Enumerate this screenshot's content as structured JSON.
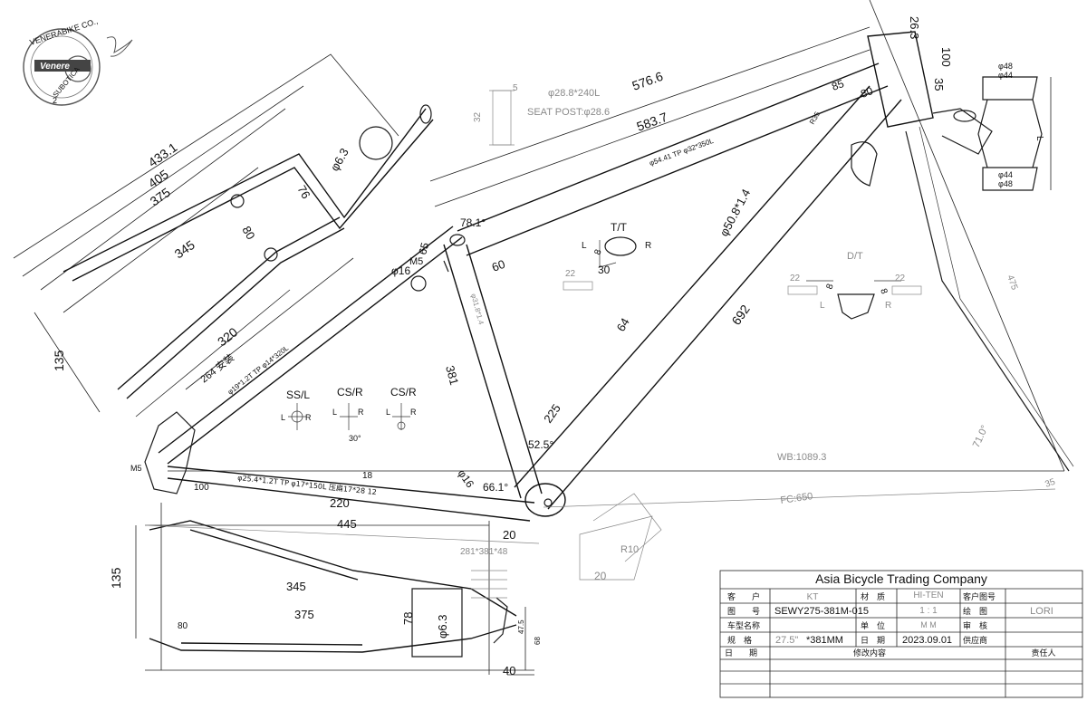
{
  "stamp": {
    "line1": "VENERABIKE CO.,",
    "line2": "Venere",
    "line3": "SUBOTICA",
    "mark": "2",
    "alt": "Venerabike Co. Subotica stamp"
  },
  "dimensions": {
    "d433": "433.1",
    "d405": "405",
    "d375a": "375",
    "d345a": "345",
    "d135a": "135",
    "d320": "320",
    "d264": "264 安装",
    "d76": "76",
    "d80": "80",
    "d63a": "φ6.3",
    "d5766": "576.6",
    "d5837": "583.7",
    "d263": "26.3",
    "d100": "100",
    "d35a": "35",
    "d85": "85",
    "d80b": "80",
    "d7810": "78.1°",
    "d65": "65",
    "m5a": "M5",
    "d16a": "φ16",
    "d60": "60",
    "d381": "381",
    "d64": "64",
    "d692": "692",
    "d225": "225",
    "d525": "52.5°",
    "d16b": "φ16",
    "d661": "66.1°",
    "d20a": "20",
    "d220": "220",
    "d445": "445",
    "d18": "18",
    "d100b": "100",
    "m5b": "M5",
    "d475": "475",
    "d710": "71.0°",
    "d35b": "35",
    "wb": "WB:1089.3",
    "fc": "FC:650",
    "d135b": "135",
    "d345b": "345",
    "d375b": "375",
    "d80c": "80",
    "d78": "78",
    "d63b": "φ6.3",
    "d40": "40",
    "d475b": "47.5",
    "d68": "68",
    "d20b": "20",
    "r10": "R10",
    "chainstay_note": "281*381*48",
    "d48a": "φ48",
    "d44a": "φ44",
    "d44b": "φ44",
    "d48b": "φ48",
    "dL": "L",
    "d32": "32",
    "d5": "5",
    "d22a": "22",
    "d22b": "22",
    "d22c": "22",
    "d8a": "8",
    "d8b": "8",
    "d8c": "8",
    "d30": "30",
    "d30b": "30°"
  },
  "tubes": {
    "seat_post_tube": "φ28.8*240L",
    "seat_post": "SEAT POST:φ28.6",
    "top_tube": "φ54.41 TP φ32*350L",
    "down_tube": "φ50.8*1.4",
    "seat_stay": "φ19*1.2T TP φ14*320L",
    "chain_stay": "φ25.4*1.2T TP φ17*150L 压扁17*28 12",
    "seat_tube_label": "φ31.8*1.4",
    "head_tube_label": "R35"
  },
  "sections": {
    "tt": "T/T",
    "tt_l": "L",
    "tt_r": "R",
    "dt": "D/T",
    "dt_l": "L",
    "dt_r": "R",
    "ssl": "SS/L",
    "csr1": "CS/R",
    "csr2": "CS/R",
    "ssl_l": "L",
    "ssl_r": "R",
    "csr1_l": "L",
    "csr1_r": "R",
    "csr2_l": "L",
    "csr2_r": "R"
  },
  "title_block": {
    "company": "Asia Bicycle Trading Company",
    "customer_label": "客　　户",
    "customer_value": "KT",
    "material_label": "材　质",
    "material_value": "HI-TEN",
    "cust_drawing_label": "客户图号",
    "cust_drawing_value": "",
    "drawing_no_label": "图　　号",
    "drawing_no_value": "SEWY275-381M-015",
    "scale_value": "1 : 1",
    "drawn_label": "绘　图",
    "drawn_value": "LORI",
    "model_label": "车型名称",
    "unit_label": "单　位",
    "unit_value": "M M",
    "review_label": "审　核",
    "spec_label": "规　格",
    "spec_value_a": "27.5\"",
    "spec_value_b": "*381MM",
    "date_label": "日　期",
    "date_value": "2023.09.01",
    "supplier_label": "供应商",
    "rev_date_label": "日　　期",
    "rev_content_label": "修改内容",
    "rev_owner_label": "责任人"
  }
}
